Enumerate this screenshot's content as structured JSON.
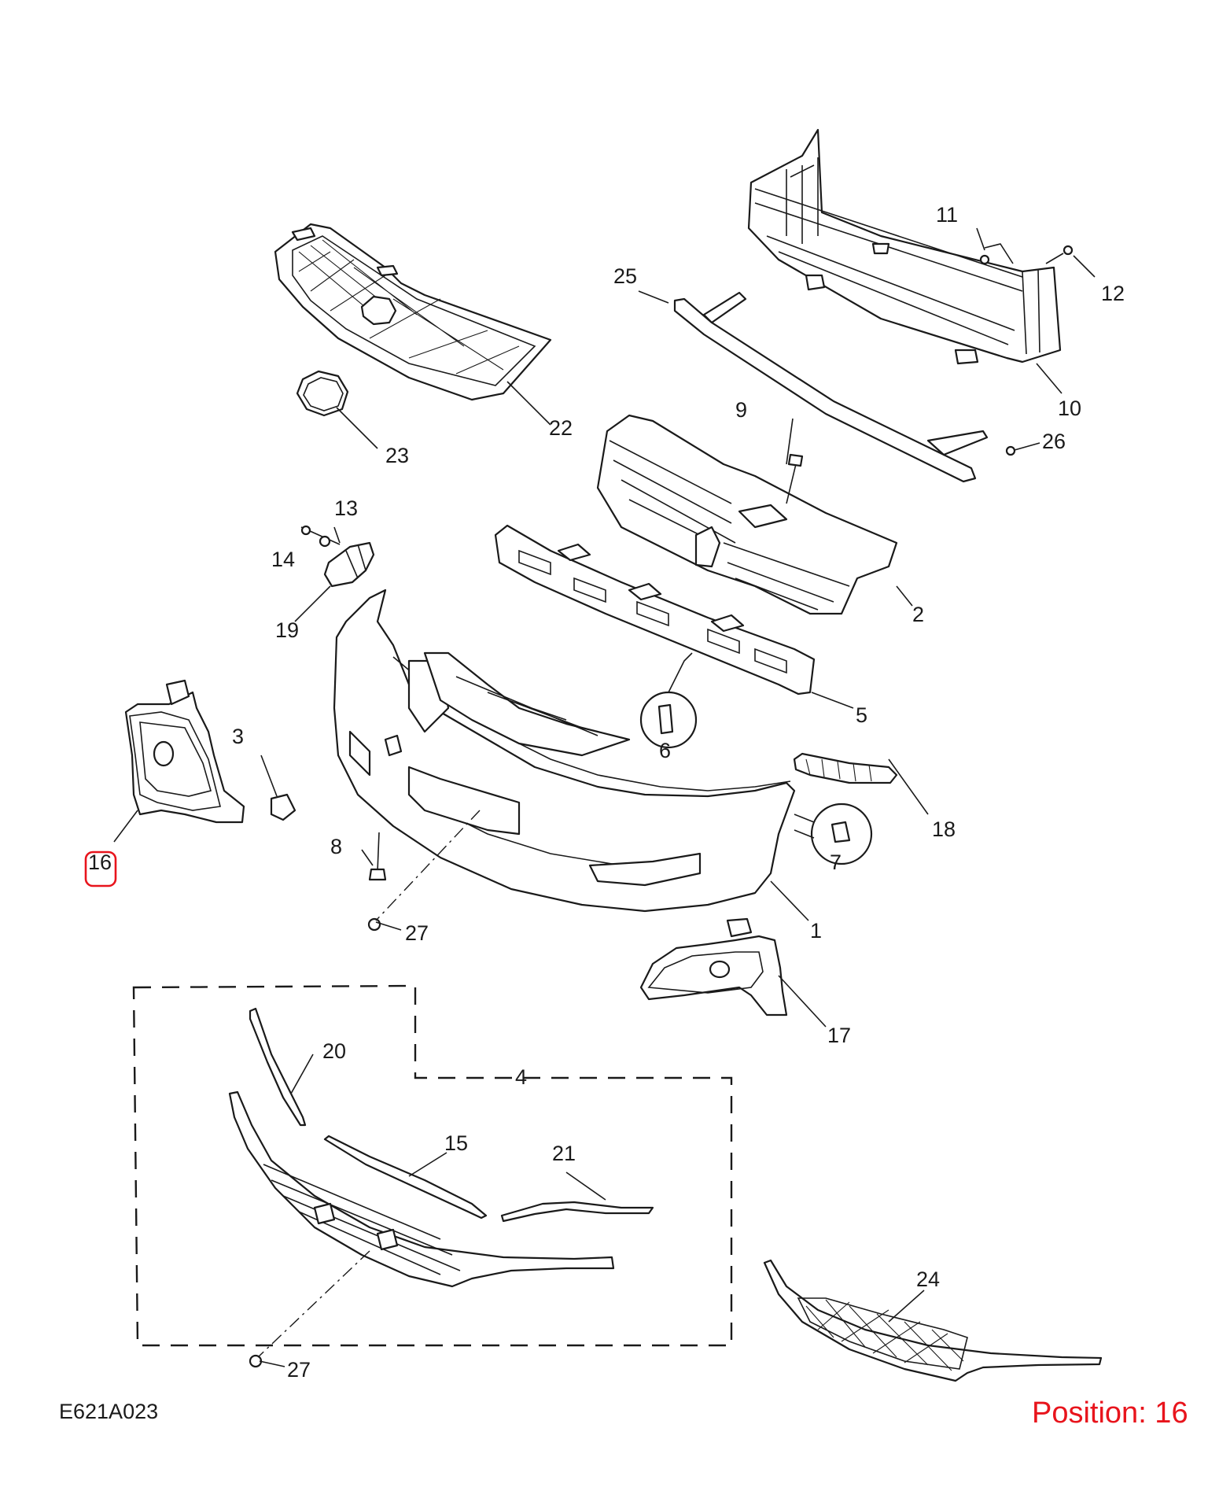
{
  "diagram": {
    "code": "E621A023",
    "position_label": "Position: 16",
    "highlight_color": "#e8141c",
    "line_color": "#1a1a1a",
    "highlighted_callout": "16",
    "callouts": [
      "1",
      "2",
      "3",
      "4",
      "5",
      "6",
      "7",
      "8",
      "9",
      "10",
      "11",
      "12",
      "13",
      "14",
      "15",
      "16",
      "17",
      "18",
      "19",
      "20",
      "21",
      "22",
      "23",
      "24",
      "25",
      "26",
      "27",
      "27"
    ]
  }
}
